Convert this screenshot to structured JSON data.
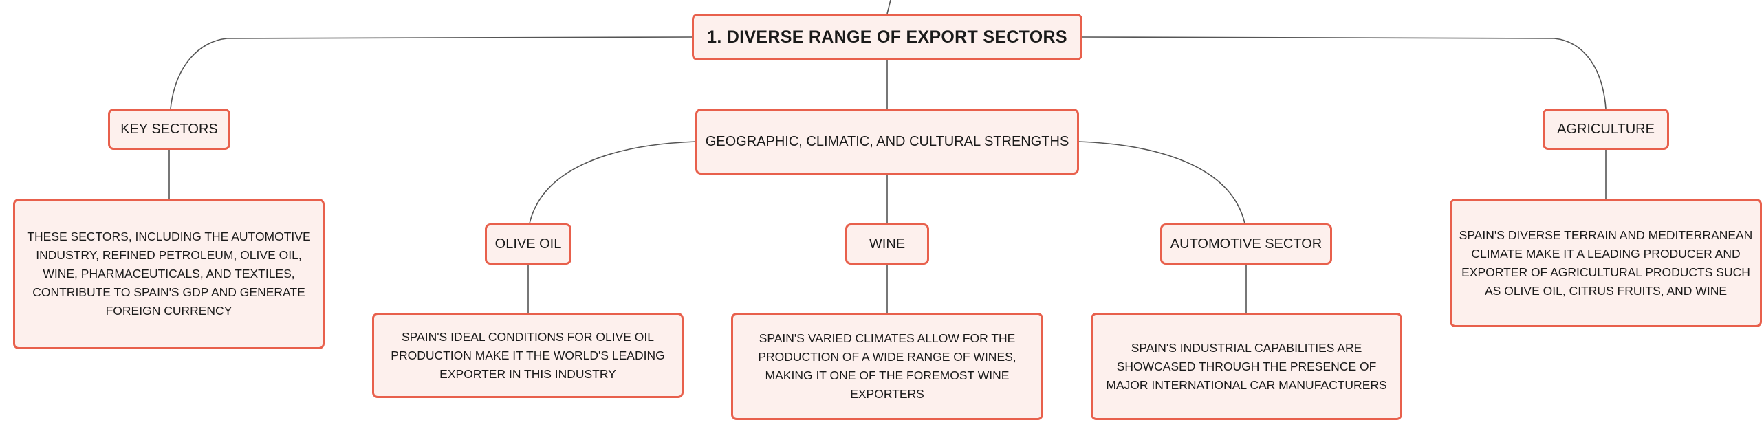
{
  "colors": {
    "node_border": "#e8604c",
    "node_fill": "#fdf0ed",
    "connector": "#555555",
    "text": "#1a1a1a"
  },
  "root": {
    "label": "1. DIVERSE RANGE OF EXPORT SECTORS"
  },
  "branches": {
    "key_sectors": {
      "label": "KEY SECTORS",
      "detail": "THESE SECTORS, INCLUDING THE AUTOMOTIVE INDUSTRY, REFINED PETROLEUM, OLIVE OIL, WINE, PHARMACEUTICALS, AND TEXTILES, CONTRIBUTE TO SPAIN'S GDP AND GENERATE FOREIGN CURRENCY"
    },
    "strengths": {
      "label": "GEOGRAPHIC, CLIMATIC, AND CULTURAL STRENGTHS",
      "children": {
        "olive_oil": {
          "label": "OLIVE OIL",
          "detail": "SPAIN'S IDEAL CONDITIONS FOR OLIVE OIL PRODUCTION MAKE IT THE WORLD'S LEADING EXPORTER IN THIS INDUSTRY"
        },
        "wine": {
          "label": "WINE",
          "detail": "SPAIN'S VARIED CLIMATES ALLOW FOR THE PRODUCTION OF A WIDE RANGE OF WINES, MAKING IT ONE OF THE FOREMOST WINE EXPORTERS"
        },
        "automotive": {
          "label": "AUTOMOTIVE SECTOR",
          "detail": "SPAIN'S INDUSTRIAL CAPABILITIES ARE SHOWCASED THROUGH THE PRESENCE OF MAJOR INTERNATIONAL CAR MANUFACTURERS"
        }
      }
    },
    "agriculture": {
      "label": "AGRICULTURE",
      "detail": "SPAIN'S DIVERSE TERRAIN AND MEDITERRANEAN CLIMATE MAKE IT A LEADING PRODUCER AND EXPORTER OF AGRICULTURAL PRODUCTS SUCH AS OLIVE OIL, CITRUS FRUITS, AND WINE"
    }
  }
}
